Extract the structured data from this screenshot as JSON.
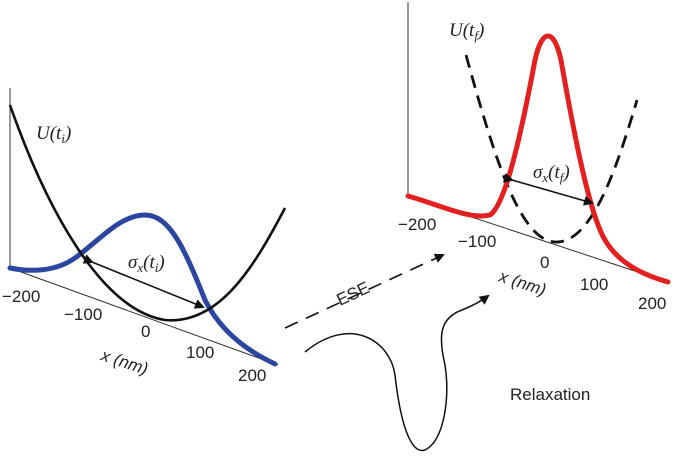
{
  "colors": {
    "initial_wavefunction": "#2a46a0",
    "final_wavefunction": "#e32020",
    "potential": "#111111",
    "arrows": "#111111"
  },
  "left_panel": {
    "potential_label": {
      "main": "U(t",
      "sub": "i",
      "close": ")"
    },
    "width_label": {
      "sigma": "σ",
      "sub_x": "x",
      "open": "(t",
      "sub": "i",
      "close": ")"
    },
    "x_axis_title": "x (nm)",
    "x_ticks": [
      "−200",
      "−100",
      "0",
      "100",
      "200"
    ]
  },
  "right_panel": {
    "potential_label": {
      "main": "U(t",
      "sub": "f",
      "close": ")"
    },
    "width_label": {
      "sigma": "σ",
      "sub_x": "x",
      "open": "(t",
      "sub": "f",
      "close": ")"
    },
    "x_axis_title": "x (nm)",
    "x_ticks": [
      "−200",
      "−100",
      "0",
      "100",
      "200"
    ]
  },
  "transitions": {
    "ese_label": "ESE",
    "relaxation_label": "Relaxation"
  }
}
